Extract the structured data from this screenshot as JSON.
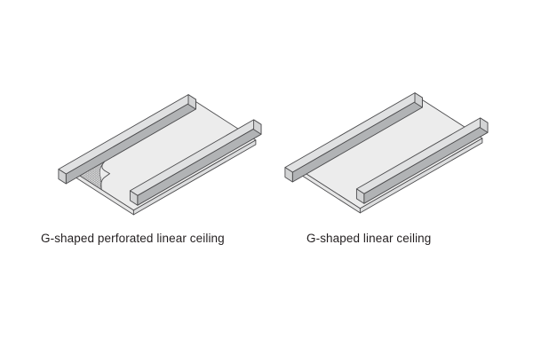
{
  "figures": [
    {
      "id": "perforated",
      "caption": "G-shaped perforated linear ceiling"
    },
    {
      "id": "plain",
      "caption": "G-shaped linear ceiling"
    }
  ],
  "colors": {
    "background": "#ffffff",
    "panel-top": "#ececec",
    "rail-top": "#e0e1e2",
    "rail-front": "#b1b3b5",
    "rail-end": "#d3d4d5",
    "edge-left": "#e7e7e7",
    "edge-front": "#dddedf",
    "outline": "#4c4c4e",
    "hatch": "#8d8e90",
    "label-text": "#231f20"
  }
}
